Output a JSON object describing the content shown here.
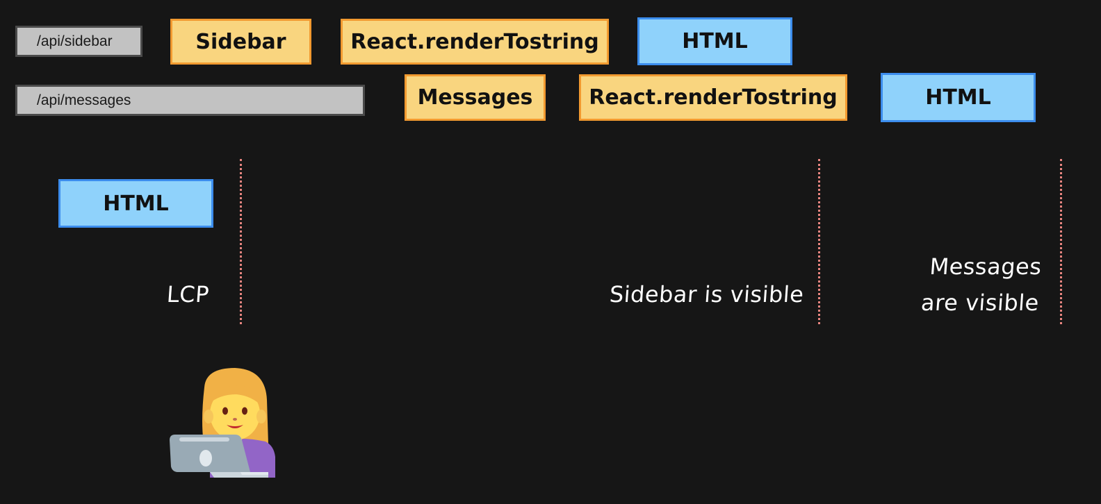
{
  "rows": {
    "sidebar": {
      "request": "/api/sidebar",
      "component": "Sidebar",
      "render": "React.renderTostring",
      "output": "HTML"
    },
    "messages": {
      "request": "/api/messages",
      "component": "Messages",
      "render": "React.renderTostring",
      "output": "HTML"
    }
  },
  "shell": {
    "output": "HTML"
  },
  "milestones": {
    "lcp": "LCP",
    "sidebar_visible": "Sidebar is visible",
    "messages_visible_line1": "Messages",
    "messages_visible_line2": "are visible"
  },
  "icons": {
    "user": "woman-technologist-icon"
  },
  "colors": {
    "background": "#161616",
    "request_fill": "#c2c2c2",
    "render_fill": "#f9d57f",
    "render_border": "#f29a30",
    "html_fill": "#8fd2fb",
    "html_border": "#3c8ded",
    "marker": "#e88580"
  }
}
